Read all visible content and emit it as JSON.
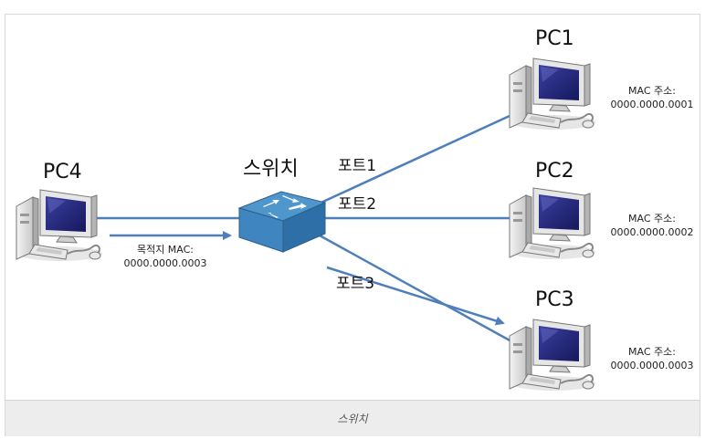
{
  "nodes": {
    "pc1": {
      "label": "PC1",
      "mac_label": "MAC 주소:",
      "mac": "0000.0000.0001"
    },
    "pc2": {
      "label": "PC2",
      "mac_label": "MAC 주소:",
      "mac": "0000.0000.0002"
    },
    "pc3": {
      "label": "PC3",
      "mac_label": "MAC 주소:",
      "mac": "0000.0000.0003"
    },
    "pc4": {
      "label": "PC4",
      "dest_label": "목적지 MAC:",
      "dest_mac": "0000.0000.0003"
    },
    "switch": {
      "label": "스위치"
    }
  },
  "ports": {
    "port1": "포트1",
    "port2": "포트2",
    "port3": "포트3"
  },
  "caption": "스위치",
  "colors": {
    "link": "#4f7fba",
    "switch_top": "#4f96cc",
    "switch_side": "#2d6fa6",
    "switch_front": "#3f85bf",
    "monitor_screen": "#1f237a"
  }
}
